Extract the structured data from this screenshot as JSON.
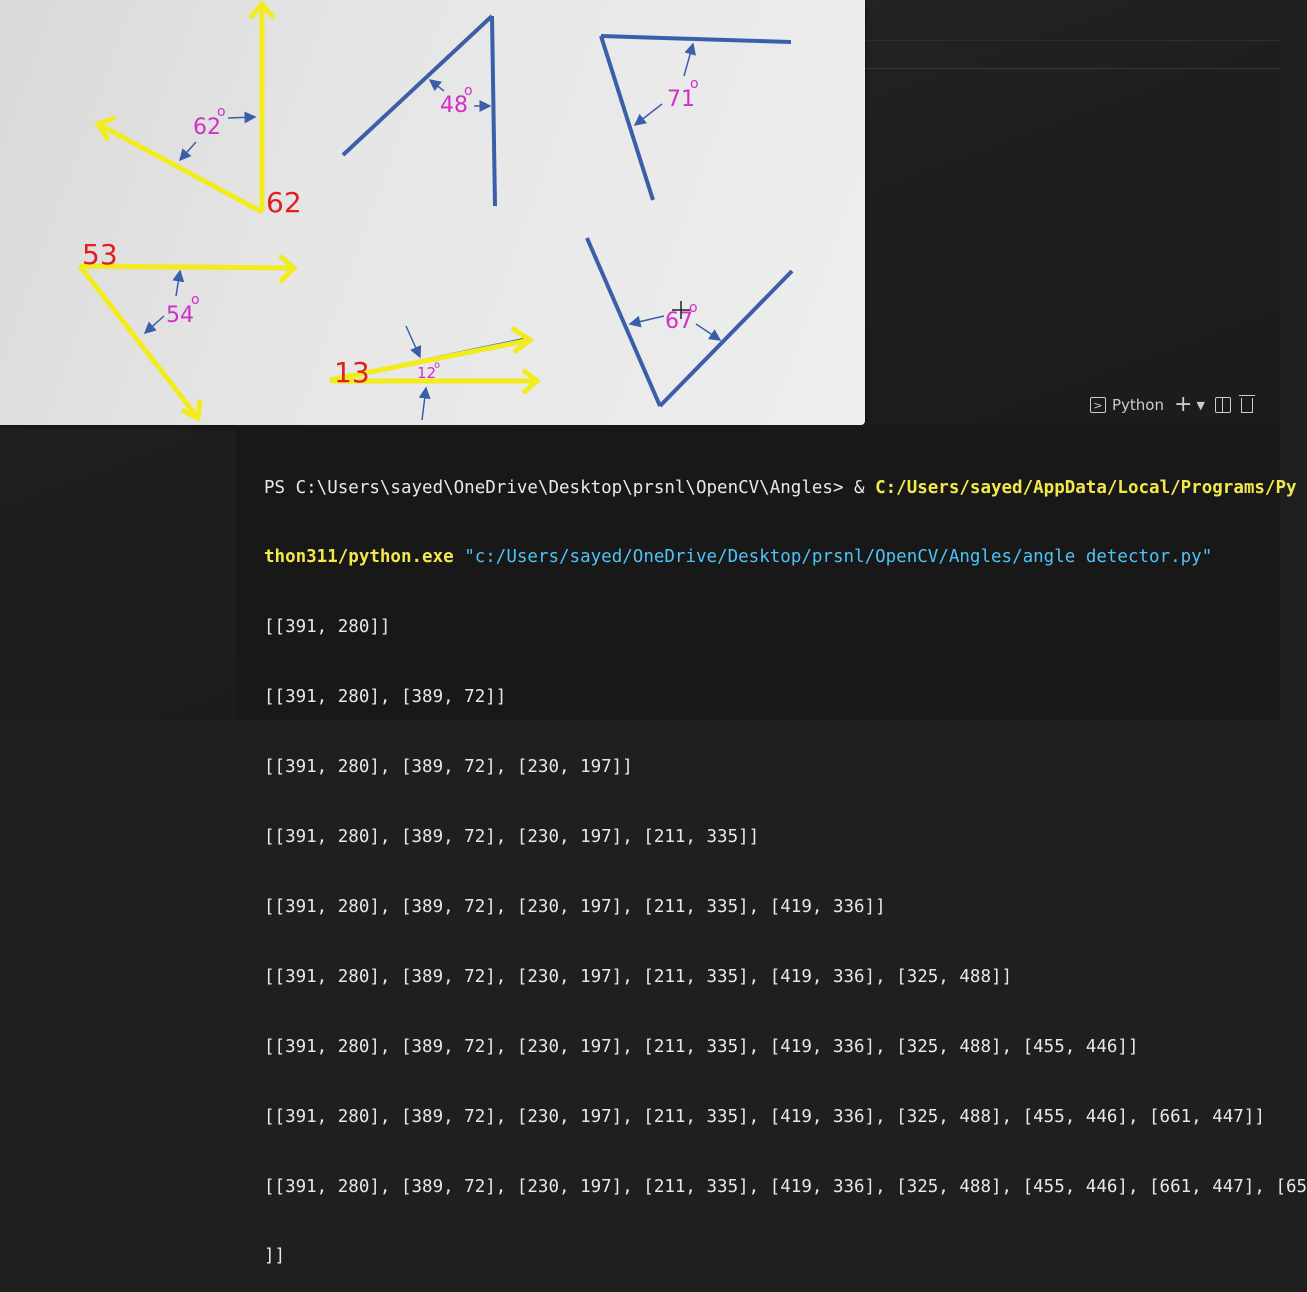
{
  "image_window": {
    "shapes": [
      {
        "detected_label": "62",
        "angle_label": "62",
        "degree_symbol": "o"
      },
      {
        "angle_label": "48",
        "degree_symbol": "o"
      },
      {
        "angle_label": "71",
        "degree_symbol": "o"
      },
      {
        "detected_label": "53",
        "angle_label": "54",
        "degree_symbol": "o"
      },
      {
        "detected_label": "13",
        "angle_label": "12",
        "degree_symbol": "o"
      },
      {
        "angle_label": "67",
        "degree_symbol": "o"
      }
    ],
    "colors": {
      "shape_blue": "#3a5fa8",
      "detection_yellow": "#f2ec1c",
      "label_magenta": "#d12fc8",
      "detected_red": "#e02020"
    }
  },
  "terminal_toolbar": {
    "shell_label": "Python",
    "add_icon": "plus-icon",
    "dropdown_icon": "chevron-down-icon",
    "split_icon": "split-terminal-icon",
    "trash_icon": "trash-icon"
  },
  "terminal": {
    "prompt": "PS C:\\Users\\sayed\\OneDrive\\Desktop\\prsnl\\OpenCV\\Angles> & ",
    "exe_path_part1": "C:/Users/sayed/AppData/Local/Programs/Py",
    "exe_path_part2": "thon311/python.exe",
    "script_path": "\"c:/Users/sayed/OneDrive/Desktop/prsnl/OpenCV/Angles/angle detector.py\"",
    "output_lines": [
      "[[391, 280]]",
      "[[391, 280], [389, 72]]",
      "[[391, 280], [389, 72], [230, 197]]",
      "[[391, 280], [389, 72], [230, 197], [211, 335]]",
      "[[391, 280], [389, 72], [230, 197], [211, 335], [419, 336]]",
      "[[391, 280], [389, 72], [230, 197], [211, 335], [419, 336], [325, 488]]",
      "[[391, 280], [389, 72], [230, 197], [211, 335], [419, 336], [325, 488], [455, 446]]",
      "[[391, 280], [389, 72], [230, 197], [211, 335], [419, 336], [325, 488], [455, 446], [661, 447]]",
      "[[391, 280], [389, 72], [230, 197], [211, 335], [419, 336], [325, 488], [455, 446], [661, 447], [65",
      "]]"
    ]
  }
}
